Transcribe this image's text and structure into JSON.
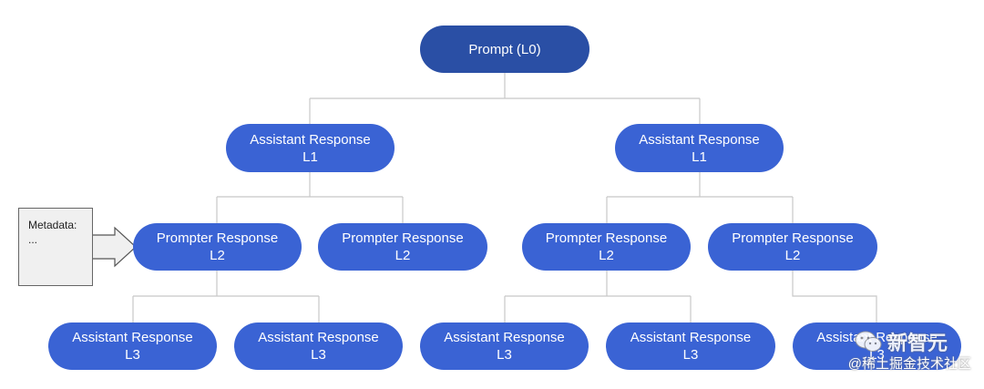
{
  "nodes": {
    "root": {
      "line1": "Prompt (L0)"
    },
    "a1_left": {
      "line1": "Assistant Response",
      "line2": "L1"
    },
    "a1_right": {
      "line1": "Assistant Response",
      "line2": "L1"
    },
    "p2_1": {
      "line1": "Prompter Response",
      "line2": "L2"
    },
    "p2_2": {
      "line1": "Prompter Response",
      "line2": "L2"
    },
    "p2_3": {
      "line1": "Prompter Response",
      "line2": "L2"
    },
    "p2_4": {
      "line1": "Prompter Response",
      "line2": "L2"
    },
    "a3_1": {
      "line1": "Assistant Response",
      "line2": "L3"
    },
    "a3_2": {
      "line1": "Assistant Response",
      "line2": "L3"
    },
    "a3_3": {
      "line1": "Assistant Response",
      "line2": "L3"
    },
    "a3_4": {
      "line1": "Assistant Response",
      "line2": "L3"
    },
    "a3_5": {
      "line1": "Assistant Response",
      "line2": "L3"
    }
  },
  "metadata_box": {
    "label": "Metadata:",
    "value": "..."
  },
  "watermark": {
    "main": "新智元",
    "sub": "@稀土掘金技术社区"
  },
  "colors": {
    "root": "#2a4fa5",
    "node": "#3a63d4",
    "connector": "#c8c8c8"
  }
}
